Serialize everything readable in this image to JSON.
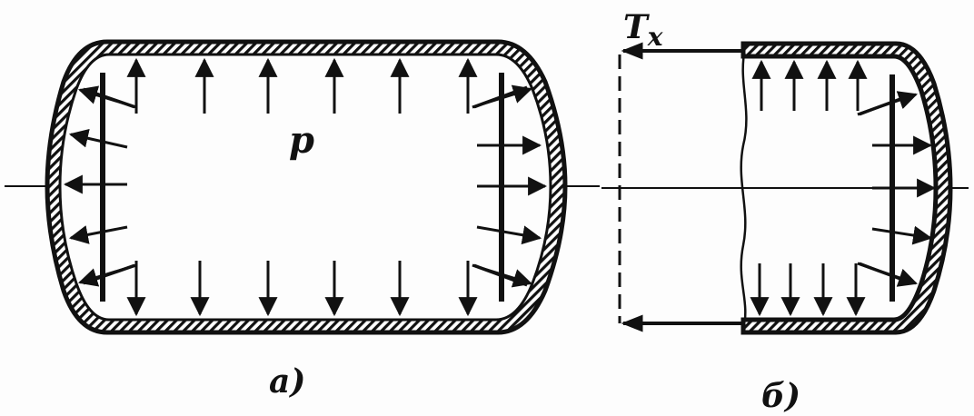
{
  "figure": {
    "pressure_label": "p",
    "force_label": "T",
    "force_subscript": "x",
    "caption_a": "a)",
    "caption_b": "б)"
  },
  "colors": {
    "ink": "#111111",
    "background": "#fdfdfd"
  }
}
